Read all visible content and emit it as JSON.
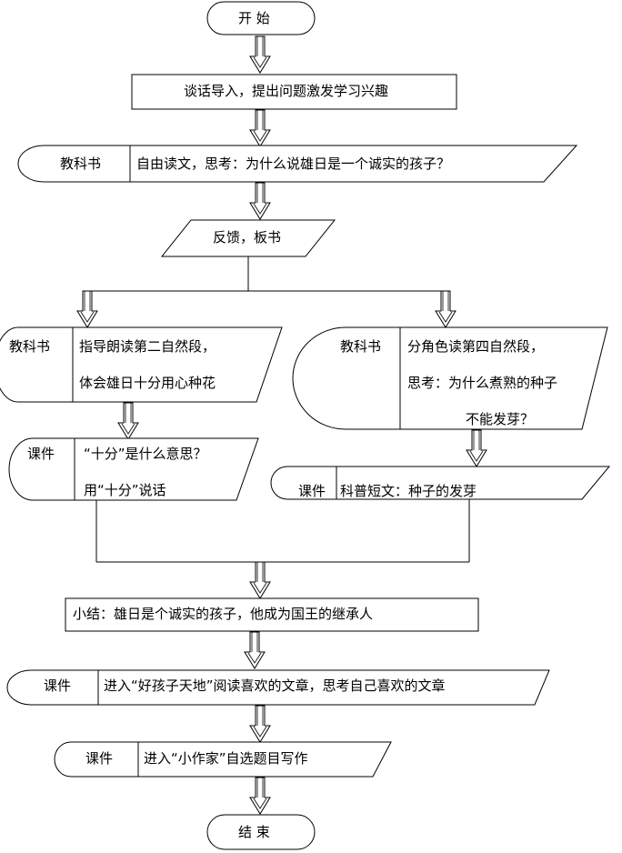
{
  "start": "开 始",
  "end": "结 束",
  "steps": {
    "intro": "谈话导入，提出问题激发学习兴趣",
    "read_resource": "教科书",
    "read_text": "自由读文，思考：为什么说雄日是一个诚实的孩子？",
    "feedback": "反馈，板书",
    "left_resource": "教科书",
    "left_line1": "指导朗读第二自然段，",
    "left_line2": "体会雄日十分用心种花",
    "right_resource": "教科书",
    "right_line1": "分角色读第四自然段，",
    "right_line2": "思考：为什么煮熟的种子",
    "right_line3": "不能发芽？",
    "left2_resource": "课件",
    "left2_line1": "“十分”是什么意思？",
    "left2_line2": "用“十分”说话",
    "right2_resource": "课件",
    "right2_text": "科普短文：种子的发芽",
    "summary": "小结：雄日是个诚实的孩子，他成为国王的继承人",
    "reading_resource": "课件",
    "reading_text": "进入“好孩子天地”阅读喜欢的文章，思考自己喜欢的文章",
    "writing_resource": "课件",
    "writing_text": "进入“小作家”自选题目写作"
  }
}
